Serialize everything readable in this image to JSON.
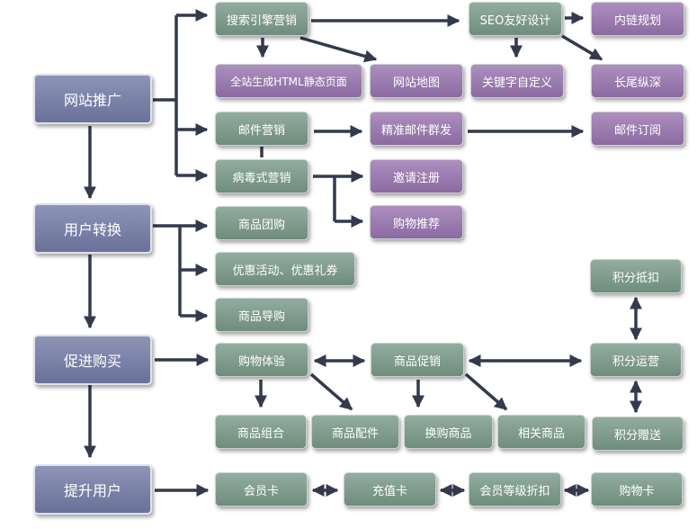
{
  "main": {
    "promotion": "网站推广",
    "conversion": "用户转换",
    "purchase": "促进购买",
    "upgrade": "提升用户"
  },
  "nodes": {
    "sem": "搜索引擎营销",
    "seo": "SEO友好设计",
    "internal_links": "内链规划",
    "static_pages": "全站生成HTML静态页面",
    "sitemap": "网站地图",
    "keywords": "关键字自定义",
    "long_tail": "长尾纵深",
    "email_marketing": "邮件营销",
    "precise_email": "精准邮件群发",
    "email_subscribe": "邮件订阅",
    "viral_marketing": "病毒式营销",
    "invite_register": "邀请注册",
    "shopping_recommend": "购物推荐",
    "group_buy": "商品团购",
    "promo_coupon": "优惠活动、优惠礼券",
    "guide": "商品导购",
    "points_deduct": "积分抵扣",
    "shopping_experience": "购物体验",
    "product_promotion": "商品促销",
    "points_ops": "积分运营",
    "points_gift": "积分赠送",
    "combo": "商品组合",
    "accessories": "商品配件",
    "exchange": "换购商品",
    "related": "相关商品",
    "member_card": "会员卡",
    "prepaid_card": "充值卡",
    "member_discount": "会员等级折扣",
    "shopping_card": "购物卡"
  },
  "colors": {
    "main_box": "#7b82a8",
    "green_box": "#7f9a8c",
    "purple_box": "#9b7bb0",
    "connector": "#333a4d"
  }
}
